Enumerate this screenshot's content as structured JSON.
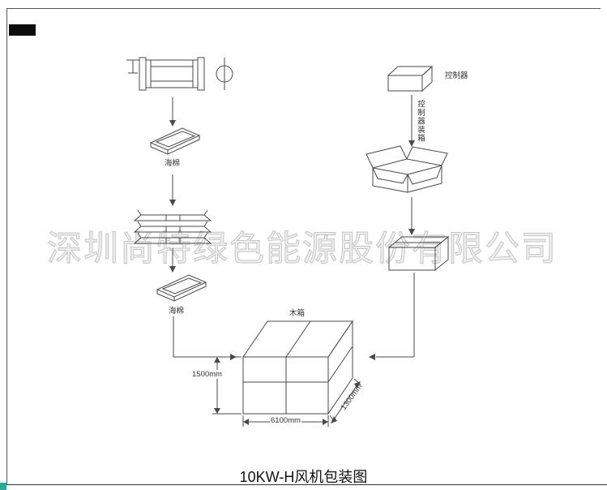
{
  "page": {
    "title": "10KW-H风机包装图"
  },
  "watermark": {
    "text": "深圳尚特绿色能源股份有限公司"
  },
  "flow": {
    "foam_label_1": "海棉",
    "foam_label_2": "海棉",
    "crate_label": "木箱",
    "controller_label": "控制器",
    "controller_boxing_label": "控制器装箱"
  },
  "dimensions": {
    "height": "1500mm",
    "length": "6100mm",
    "width": "1300mm"
  },
  "colors": {
    "line": "#4a4a4a",
    "watermark_stroke": "#c6c6c6",
    "corner_mark": "#2fa79a"
  }
}
